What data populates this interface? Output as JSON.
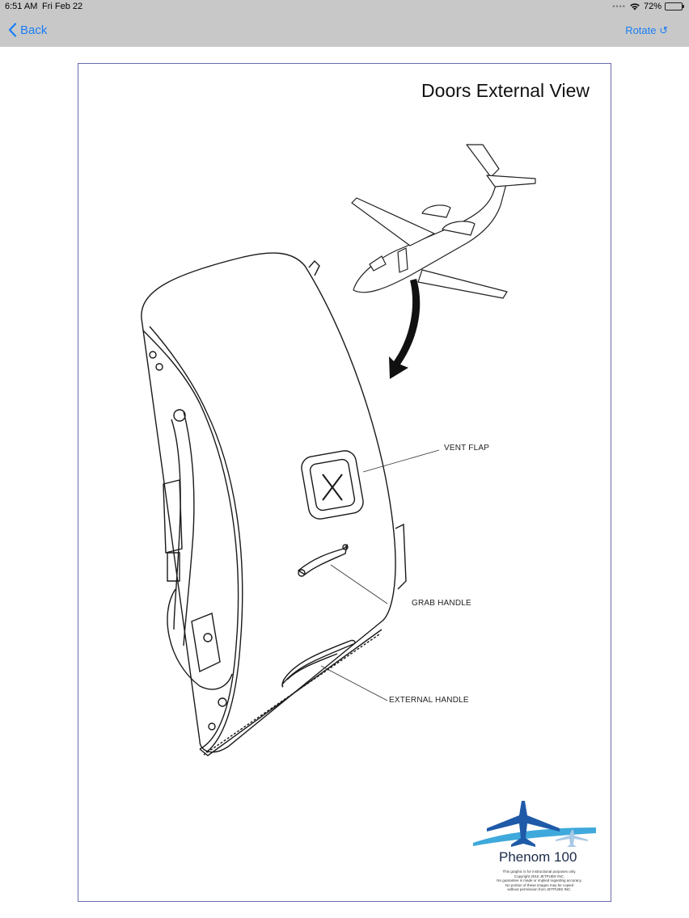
{
  "status_bar": {
    "time": "6:51 AM",
    "date": "Fri Feb 22",
    "battery": "72%",
    "battery_level": 0.72
  },
  "nav": {
    "back_label": "Back",
    "rotate_label": "Rotate ↺"
  },
  "document": {
    "title": "Doors External View",
    "callouts": {
      "vent_flap": "VENT FLAP",
      "grab_handle": "GRAB HANDLE",
      "external_handle": "EXTERNAL HANDLE"
    },
    "logo": {
      "name": "Phenom 100",
      "fine_print": [
        "This graphic is for instructional purposes only.",
        "Copyright 2015 JETPUBS INC.",
        "No guarantee is made or implied regarding accuracy.",
        "No portion of these images may be copied",
        "without permission from JETPUBS INC."
      ]
    }
  },
  "colors": {
    "accent": "#1a7ef5",
    "topbar": "#c8c8c8",
    "page_border": "#6a6ab0",
    "logo_blue": "#1e5aa8",
    "logo_cyan": "#3fa9dc"
  }
}
